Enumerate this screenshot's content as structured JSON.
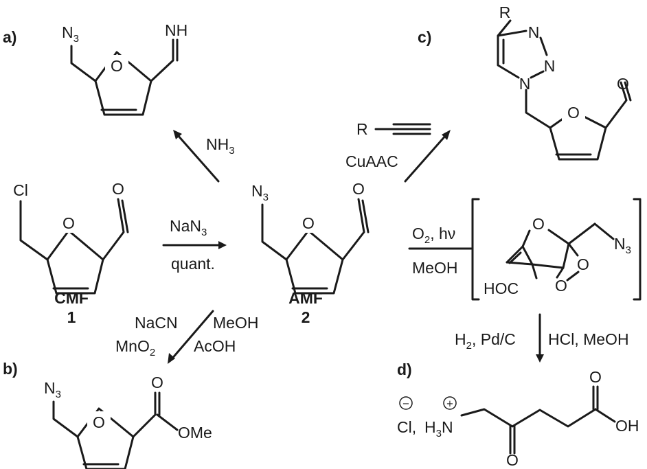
{
  "panel_labels": {
    "a": "a)",
    "b": "b)",
    "c": "c)",
    "d": "d)"
  },
  "compounds": {
    "cmf": {
      "name": "CMF",
      "number": "1"
    },
    "amf": {
      "name": "AMF",
      "number": "2"
    }
  },
  "atoms": {
    "N3": "N3",
    "N3_main": "N",
    "N3_sub": "3",
    "O": "O",
    "Cl": "Cl",
    "NH": "NH",
    "N": "N",
    "R": "R",
    "OMe": "OMe",
    "HOC": "HOC",
    "OH": "OH",
    "H3N_H": "H",
    "H3N_sub": "3",
    "H3N_N": "N",
    "Cl_ion": "Cl,",
    "plus": "+",
    "minus": "−"
  },
  "conditions": {
    "a_reagent_main": "NH",
    "a_reagent_sub": "3",
    "main_reagent_main": "NaN",
    "main_reagent_sub": "3",
    "main_yield": "quant.",
    "b_reagent_1": "NaCN",
    "b_reagent_2": "MeOH",
    "b_reagent_3_main": "MnO",
    "b_reagent_3_sub": "2",
    "b_reagent_4": "AcOH",
    "c_reagent_label": "R",
    "c_reaction": "CuAAC",
    "ox_reagent_main": "O",
    "ox_reagent_sub": "2",
    "ox_reagent_light": ", hν",
    "ox_solvent": "MeOH",
    "d_reagent_1_main": "H",
    "d_reagent_1_sub": "2",
    "d_reagent_1_rest": ", Pd/C",
    "d_reagent_2": "HCl, MeOH"
  }
}
